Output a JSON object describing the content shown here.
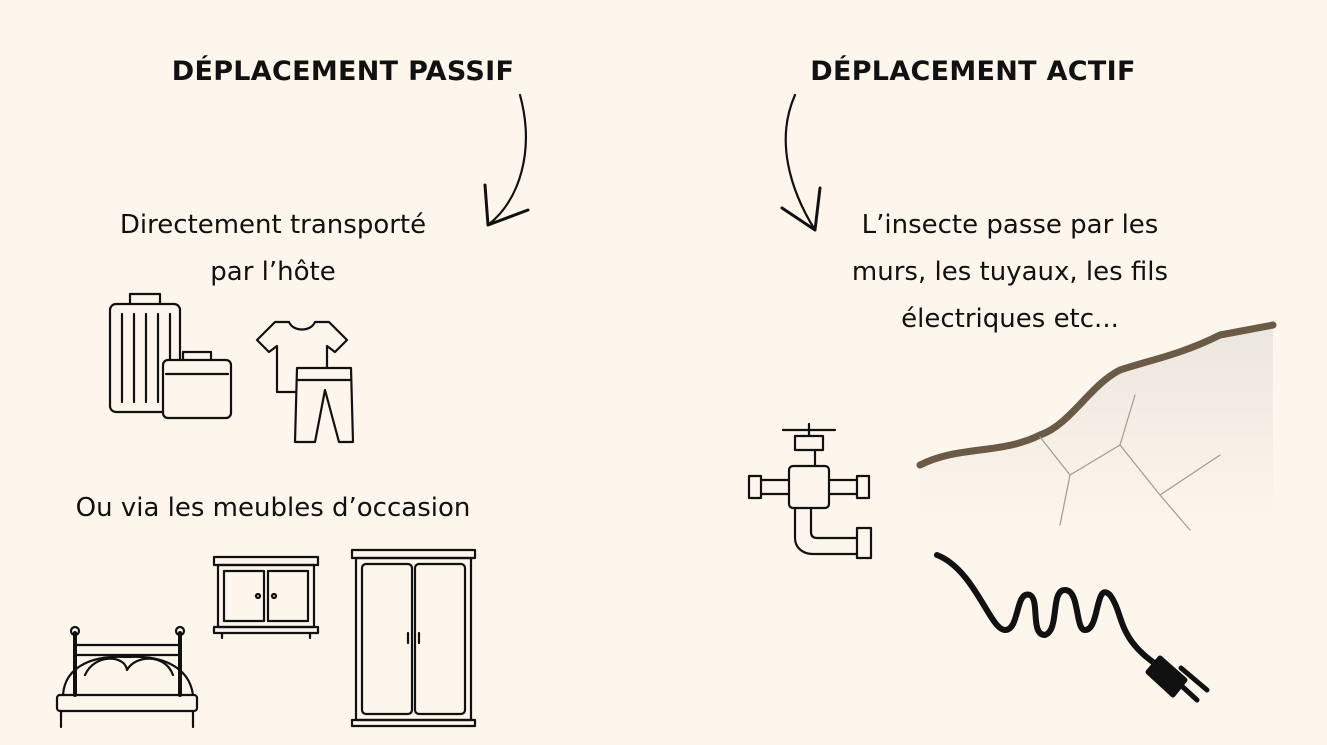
{
  "passive": {
    "title": "DÉPLACEMENT PASSIF",
    "text1_line1": "Directement transporté",
    "text1_line2": "par l’hôte",
    "text2": "Ou via les meubles d’occasion"
  },
  "active": {
    "title": "DÉPLACEMENT ACTIF",
    "text_line1": "L’insecte passe par les",
    "text_line2": "murs, les tuyaux, les fils",
    "text_line3": "électriques etc..."
  },
  "colors": {
    "background": "#fdf6ec",
    "ink": "#111111"
  }
}
